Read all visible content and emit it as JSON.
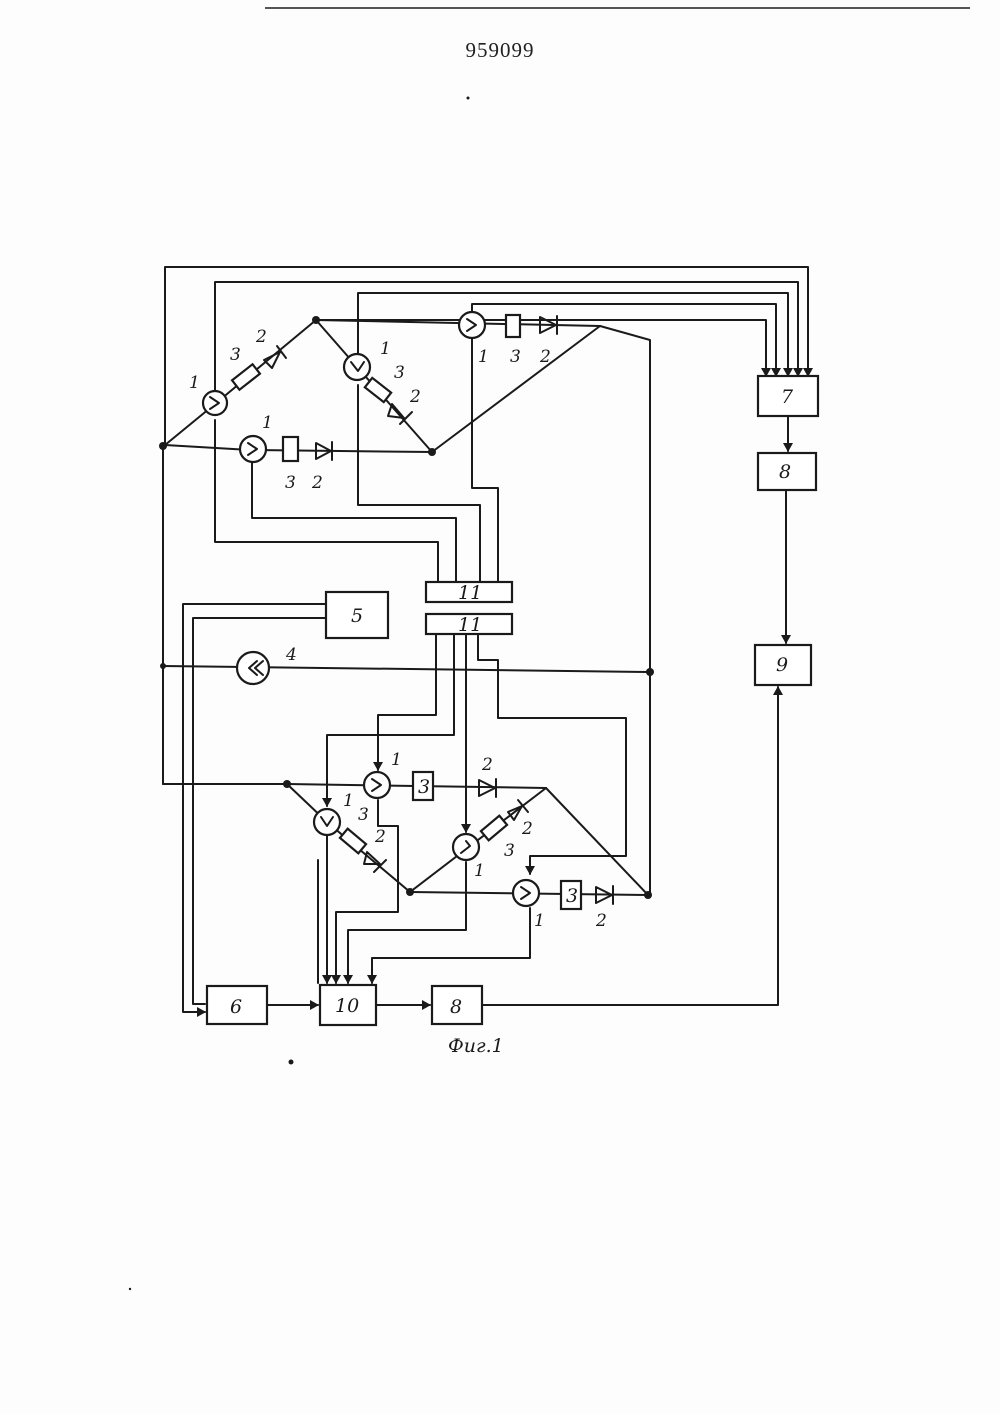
{
  "document": {
    "patent_number": "959099",
    "figure_caption": "Фиг.1"
  },
  "blocks": {
    "b5": "5",
    "b6": "6",
    "b7": "7",
    "b8_top": "8",
    "b8_bottom": "8",
    "b9": "9",
    "b10": "10",
    "b11_upper": "11",
    "b11_lower": "11",
    "b3_a": "3",
    "b3_b": "3"
  },
  "component_labels": {
    "circulator": "1",
    "diode": "2",
    "resistor": "3",
    "generator": "4"
  }
}
